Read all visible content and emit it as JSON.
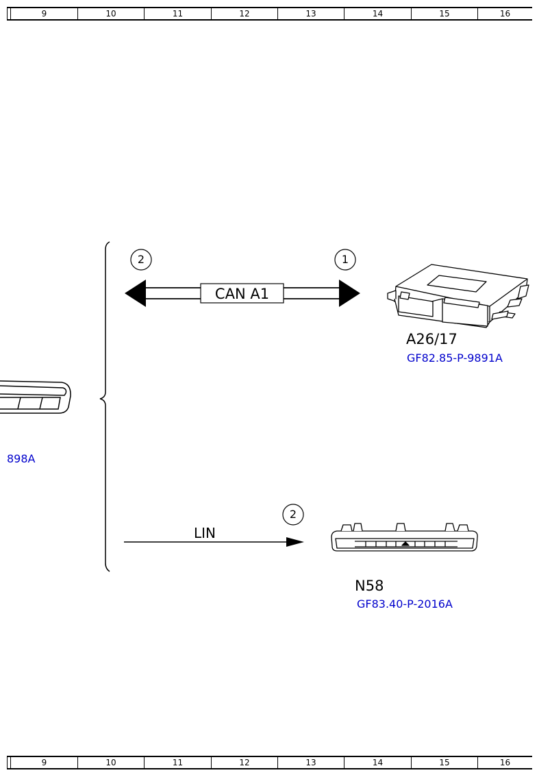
{
  "ruler": {
    "columns": [
      "9",
      "10",
      "11",
      "12",
      "13",
      "14",
      "15",
      "16"
    ]
  },
  "left_device": {
    "code": "898A"
  },
  "bus_can": {
    "label": "CAN A1",
    "left_marker": "2",
    "right_marker": "1"
  },
  "bus_lin": {
    "label": "LIN",
    "marker": "2"
  },
  "module_a26": {
    "name": "A26/17",
    "code": "GF82.85-P-9891A"
  },
  "module_n58": {
    "name": "N58",
    "code": "GF83.40-P-2016A"
  },
  "colors": {
    "link_blue": "#0000cc",
    "line": "#000000"
  }
}
